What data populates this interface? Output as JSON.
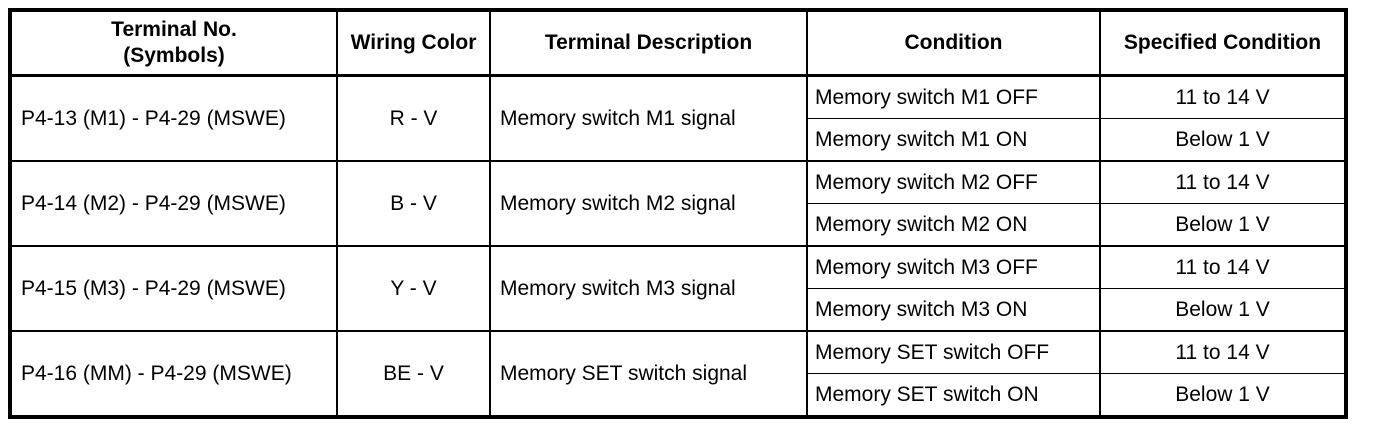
{
  "table": {
    "columns": [
      "Terminal No.\n(Symbols)",
      "Wiring Color",
      "Terminal Description",
      "Condition",
      "Specified Condition"
    ],
    "rows": [
      {
        "terminal": "P4-13 (M1) - P4-29 (MSWE)",
        "wiring_color": "R - V",
        "description": "Memory switch M1 signal",
        "conditions": [
          {
            "condition": "Memory switch M1 OFF",
            "specified": "11 to 14 V"
          },
          {
            "condition": "Memory switch M1 ON",
            "specified": "Below 1 V"
          }
        ]
      },
      {
        "terminal": "P4-14 (M2) - P4-29 (MSWE)",
        "wiring_color": "B - V",
        "description": "Memory switch M2 signal",
        "conditions": [
          {
            "condition": "Memory switch M2 OFF",
            "specified": "11 to 14 V"
          },
          {
            "condition": "Memory switch M2 ON",
            "specified": "Below 1 V"
          }
        ]
      },
      {
        "terminal": "P4-15 (M3) - P4-29 (MSWE)",
        "wiring_color": "Y - V",
        "description": "Memory switch M3 signal",
        "conditions": [
          {
            "condition": "Memory switch M3 OFF",
            "specified": "11 to 14 V"
          },
          {
            "condition": "Memory switch M3 ON",
            "specified": "Below 1 V"
          }
        ]
      },
      {
        "terminal": "P4-16 (MM) - P4-29 (MSWE)",
        "wiring_color": "BE - V",
        "description": "Memory SET switch signal",
        "conditions": [
          {
            "condition": "Memory SET switch OFF",
            "specified": "11 to 14 V"
          },
          {
            "condition": "Memory SET switch ON",
            "specified": "Below 1 V"
          }
        ]
      }
    ],
    "colors": {
      "border": "#000000",
      "background": "#ffffff",
      "text": "#000000"
    }
  }
}
